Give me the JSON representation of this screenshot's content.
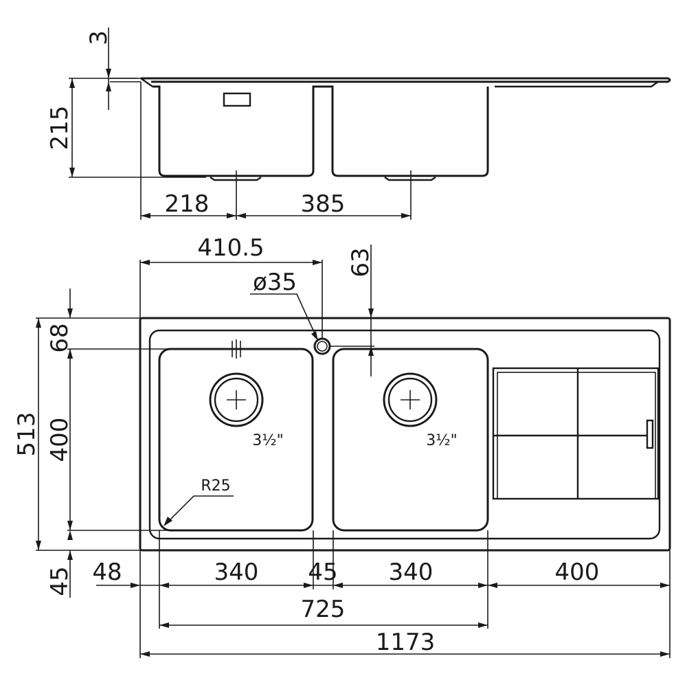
{
  "side_view": {
    "flange_thickness": "3",
    "depth": "215",
    "waste_offset_left": "218",
    "waste_spacing": "385"
  },
  "top_view": {
    "tap_hole_offset": "410.5",
    "tap_hole_diameter": "ø35",
    "tap_hole_from_back": "63",
    "bowl_from_back": "68",
    "overall_depth": "513",
    "bowl_depth": "400",
    "front_margin": "45",
    "left_margin": "48",
    "bowl_1_width": "340",
    "bowl_gap": "45",
    "bowl_2_width": "340",
    "drainer_width": "400",
    "bowls_total_width": "725",
    "overall_width": "1173",
    "corner_radius": "R25",
    "waste_1_size": "3½\"",
    "waste_2_size": "3½\""
  }
}
